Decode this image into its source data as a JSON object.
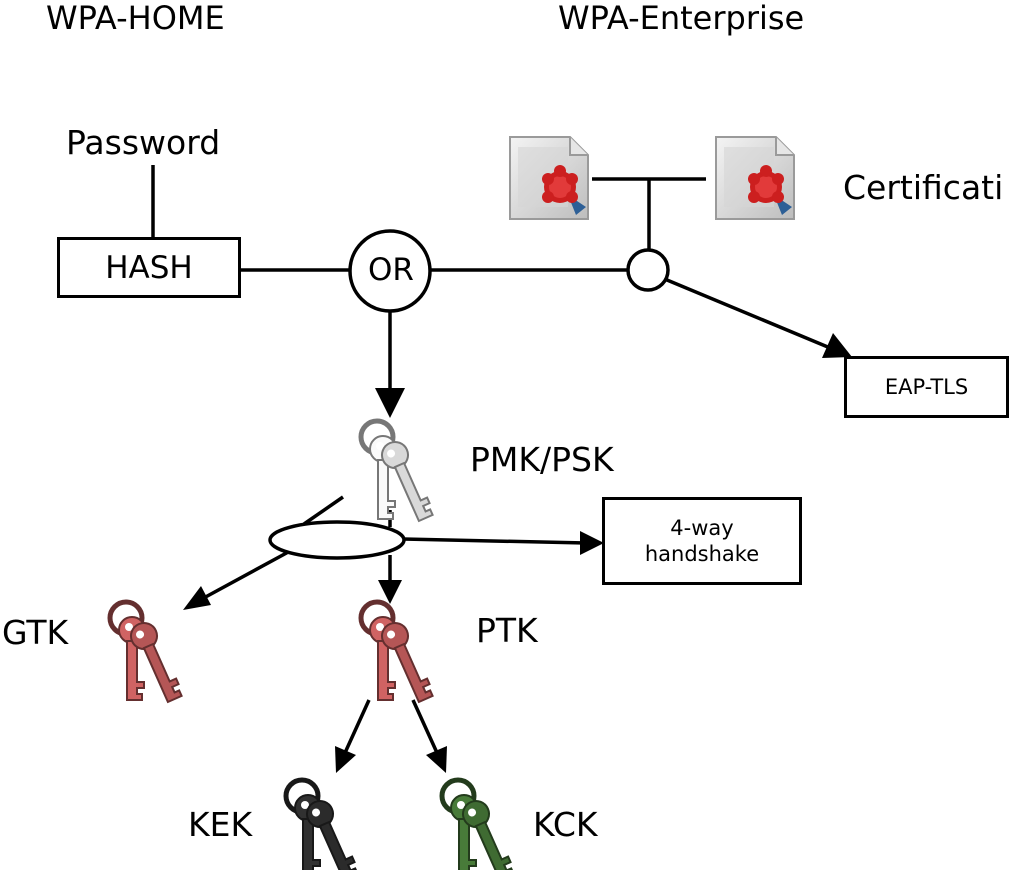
{
  "headings": {
    "left": "WPA-HOME",
    "right": "WPA-Enterprise"
  },
  "labels": {
    "password": "Password",
    "certification": "Certificati",
    "pmk_psk": "PMK/PSK",
    "gtk": "GTK",
    "ptk": "PTK",
    "kek": "KEK",
    "kck": "KCK"
  },
  "boxes": {
    "hash": "HASH",
    "or": "OR",
    "eap_tls": "EAP-TLS",
    "handshake_line1": "4-way",
    "handshake_line2": "handshake"
  },
  "icons": {
    "certificate": "certificate-icon",
    "key": "key-icon"
  },
  "colors": {
    "pmk_key": "#d9d9d9",
    "gtk_key": "#b55656",
    "ptk_key": "#b55656",
    "kek_key": "#2b2b2b",
    "kck_key": "#3f6b32",
    "certificate_seal": "#cc1f1f"
  }
}
